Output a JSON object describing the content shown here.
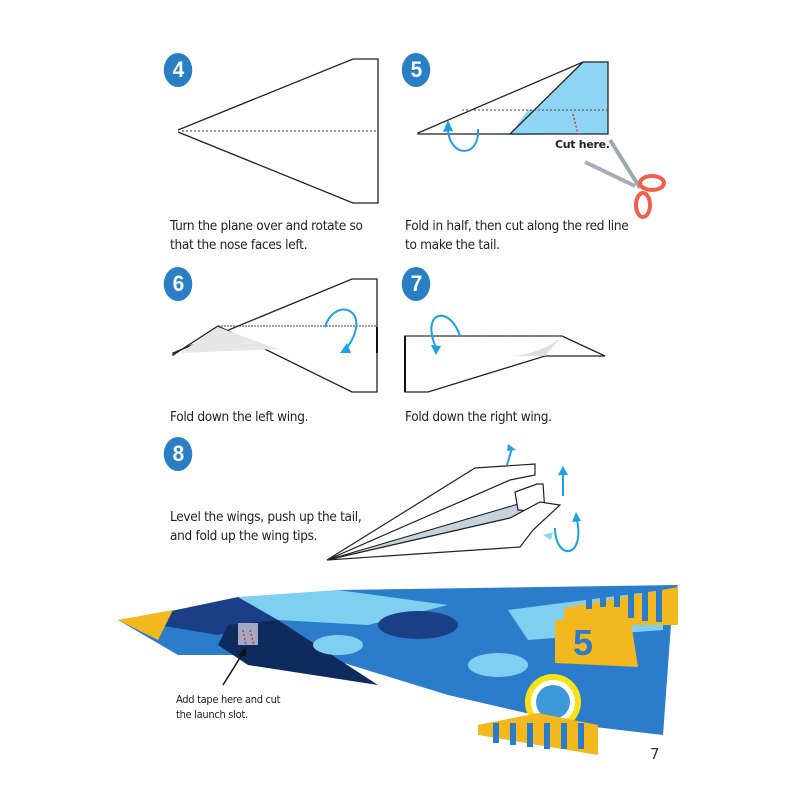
{
  "page": {
    "page_number": "7",
    "background": "#ffffff",
    "accent_color": "#2a7fc4",
    "arrow_color": "#1ea0e6",
    "cut_line_color": "#e0362c"
  },
  "steps": [
    {
      "number": "4",
      "caption_line1": "Turn the plane over and rotate so",
      "caption_line2": "that the nose faces left."
    },
    {
      "number": "5",
      "caption_line1": "Fold in half, then cut along the red line",
      "caption_line2": "to make the tail.",
      "label": "Cut here."
    },
    {
      "number": "6",
      "caption_line1": "Fold down the left wing."
    },
    {
      "number": "7",
      "caption_line1": "Fold down the right wing."
    },
    {
      "number": "8",
      "caption_line1": "Level the wings, push up the tail,",
      "caption_line2": "and fold up the wing tips."
    }
  ],
  "finished_plane": {
    "tail_number": "5",
    "annotation_line1": "Add tape here and cut",
    "annotation_line2": "the launch slot.",
    "colors": {
      "camo_dark": "#1b3f86",
      "camo_mid": "#2b7ccb",
      "camo_light": "#7fd0f0",
      "yellow": "#f2b81e"
    }
  }
}
